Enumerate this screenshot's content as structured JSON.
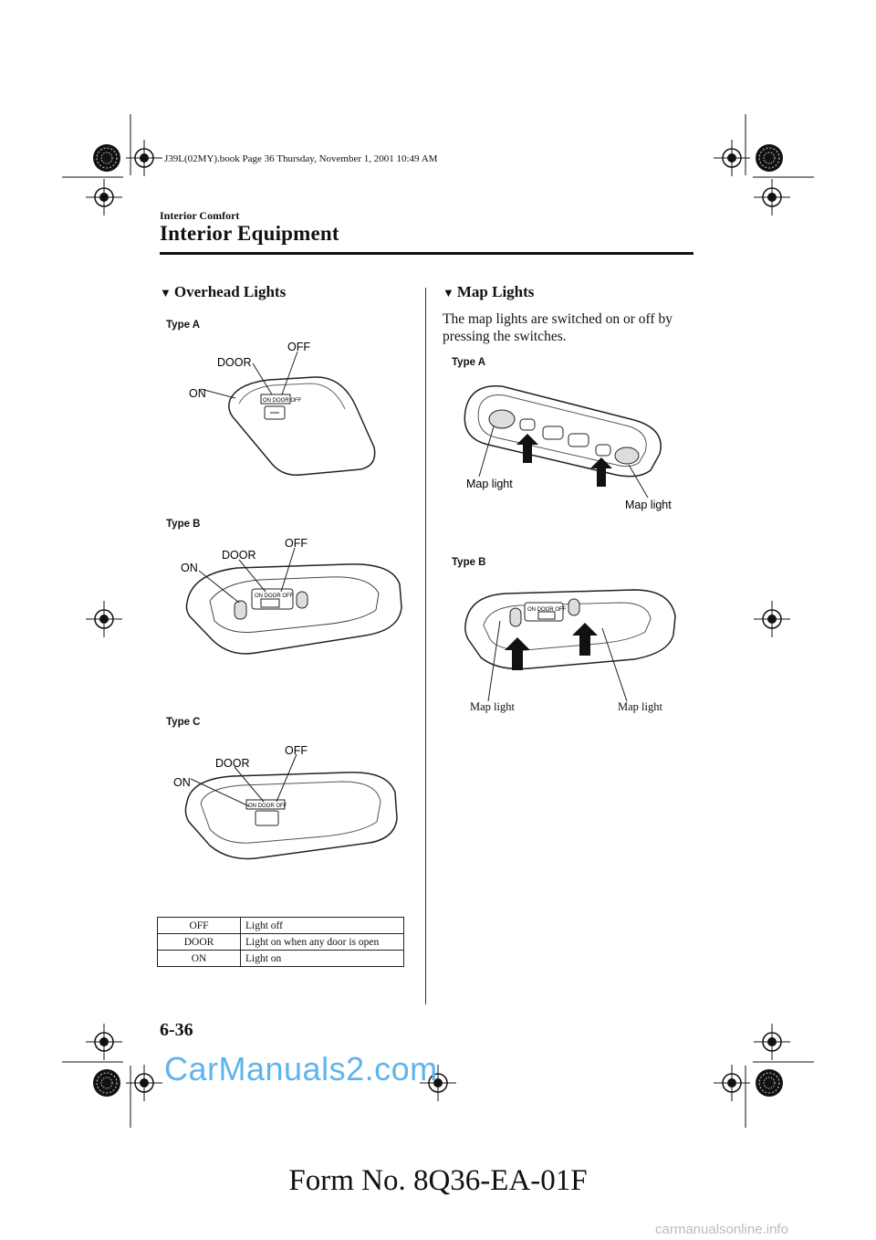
{
  "header": {
    "printer_line": "J39L(02MY).book  Page 36  Thursday, November 1, 2001  10:49 AM",
    "section": "Interior Comfort",
    "title": "Interior Equipment"
  },
  "left": {
    "heading_marker": "▼",
    "heading": "Overhead Lights",
    "figures": [
      {
        "type_label": "Type A",
        "on": "ON",
        "door": "DOOR",
        "off": "OFF"
      },
      {
        "type_label": "Type B",
        "on": "ON",
        "door": "DOOR",
        "off": "OFF"
      },
      {
        "type_label": "Type C",
        "on": "ON",
        "door": "DOOR",
        "off": "OFF"
      }
    ],
    "table": [
      {
        "position": "OFF",
        "description": "Light off"
      },
      {
        "position": "DOOR",
        "description": "Light on when any door is open"
      },
      {
        "position": "ON",
        "description": "Light on"
      }
    ]
  },
  "right": {
    "heading_marker": "▼",
    "heading": "Map Lights",
    "body": "The map lights are switched on or off by pressing the switches.",
    "figures": [
      {
        "type_label": "Type A",
        "label_left": "Map light",
        "label_right": "Map light"
      },
      {
        "type_label": "Type B",
        "label_left": "Map light",
        "label_right": "Map light"
      }
    ]
  },
  "footer": {
    "page_number": "6-36",
    "watermark": "CarManuals2.com",
    "form_number": "Form No. 8Q36-EA-01F",
    "site": "carmanualsonline.info"
  }
}
